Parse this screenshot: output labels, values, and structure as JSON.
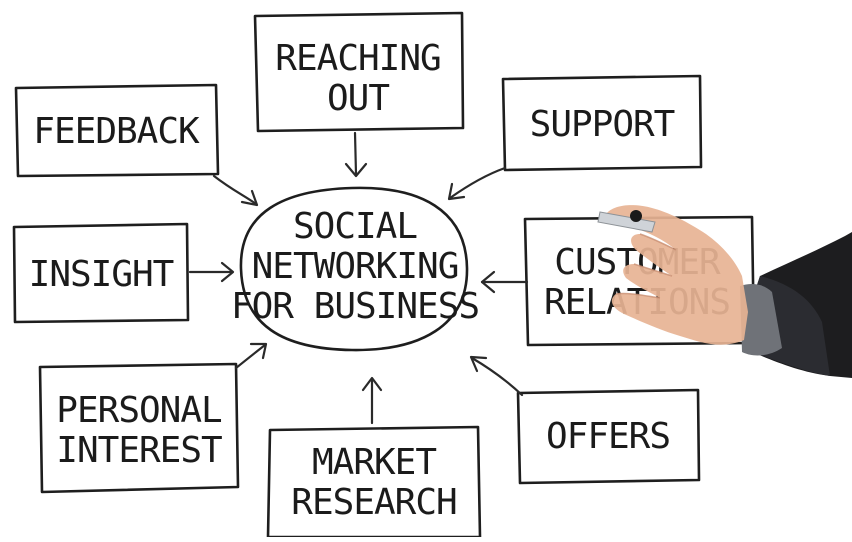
{
  "center": {
    "lines": [
      "SOCIAL",
      "NETWORKING",
      "FOR BUSINESS"
    ]
  },
  "nodes": {
    "reaching_out": {
      "lines": [
        "REACHING",
        "OUT"
      ]
    },
    "feedback": {
      "lines": [
        "FEEDBACK"
      ]
    },
    "support": {
      "lines": [
        "SUPPORT"
      ]
    },
    "insight": {
      "lines": [
        "INSIGHT"
      ]
    },
    "customer_relations": {
      "lines": [
        "CUSTOMER",
        "RELATIONS"
      ]
    },
    "personal_interest": {
      "lines": [
        "PERSONAL",
        "INTEREST"
      ]
    },
    "offers": {
      "lines": [
        "OFFERS"
      ]
    },
    "market_research": {
      "lines": [
        "MARKET",
        "RESEARCH"
      ]
    }
  }
}
